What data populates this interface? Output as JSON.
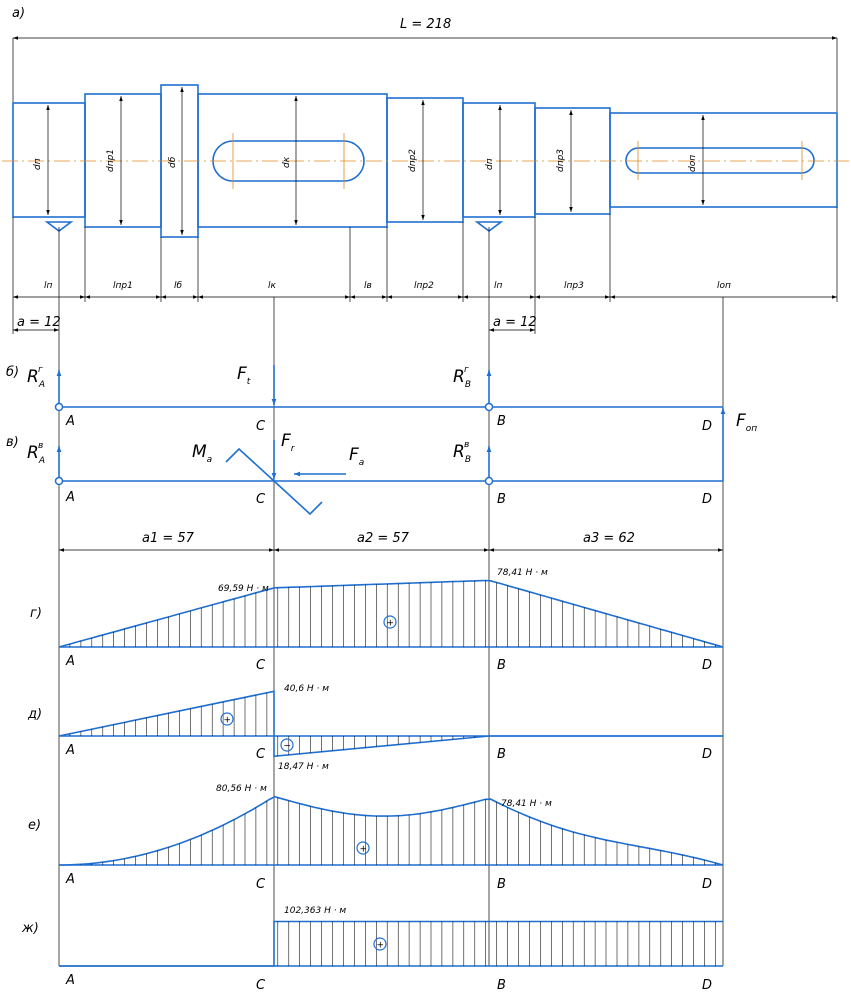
{
  "panel_labels": [
    "а)",
    "б)",
    "в)",
    "г)",
    "д)",
    "е)",
    "ж)"
  ],
  "total_length_label": "L = 218",
  "diameter_labels": [
    "dп",
    "dпр1",
    "dб",
    "dк",
    "dпр2",
    "dп",
    "dпр3",
    "dоп"
  ],
  "length_labels": [
    "lп",
    "lпр1",
    "lб",
    "lк",
    "lв",
    "lпр2",
    "lп",
    "lпр3",
    "lоп"
  ],
  "offset_labels": [
    "a = 12",
    "a = 12"
  ],
  "span_labels": [
    "a1 = 57",
    "a2 = 57",
    "a3 = 62"
  ],
  "point_labels": {
    "A": "A",
    "C": "C",
    "B": "B",
    "D": "D"
  },
  "forces": {
    "ft": {
      "main": "F",
      "sub": "t"
    },
    "fr": {
      "main": "F",
      "sub": "r"
    },
    "fa": {
      "main": "F",
      "sub": "a"
    },
    "fop": {
      "main": "F",
      "sub": "оп"
    },
    "ma": {
      "main": "M",
      "sub": "a"
    },
    "ra_h": {
      "main": "R",
      "sub": "A",
      "sup": "г"
    },
    "rb_h": {
      "main": "R",
      "sub": "B",
      "sup": "г"
    },
    "ra_v": {
      "main": "R",
      "sub": "A",
      "sup": "в"
    },
    "rb_v": {
      "main": "R",
      "sub": "B",
      "sup": "в"
    }
  },
  "moment_values": {
    "g_c": "69,59 Н · м",
    "g_b": "78,41 Н · м",
    "d_c_up": "40,6 Н · м",
    "d_c_down": "18,47 Н · м",
    "e_c": "80,56 Н · м",
    "e_b": "78,41 Н · м",
    "zh": "102,363 Н · м"
  },
  "sign_marks": {
    "plus": "+",
    "minus": "−"
  },
  "colors": {
    "line": "#1f6fd1",
    "axis": "#e08a1e",
    "ink": "#000000"
  },
  "chart_data": [
    {
      "type": "area",
      "x": [
        0,
        57,
        114,
        176
      ],
      "values": [
        0,
        69.59,
        78.41,
        0
      ]
    },
    {
      "type": "area",
      "x": [
        0,
        57,
        57,
        114,
        176
      ],
      "values": [
        0,
        40.6,
        -18.47,
        0,
        0
      ]
    },
    {
      "type": "area",
      "x": [
        0,
        57,
        114,
        176
      ],
      "values": [
        0,
        80.56,
        78.41,
        0
      ]
    },
    {
      "type": "area",
      "x": [
        0,
        57,
        57,
        176
      ],
      "values": [
        0,
        0,
        102.363,
        102.363
      ]
    }
  ]
}
